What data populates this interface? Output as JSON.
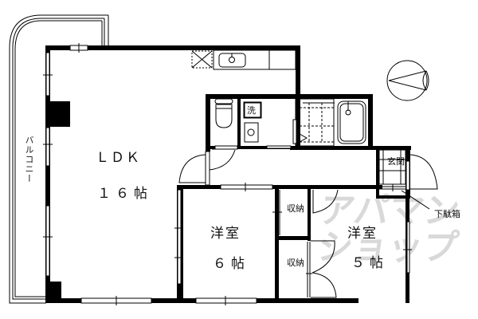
{
  "floor_plan": {
    "rooms": [
      {
        "id": "ldk",
        "name": "ＬＤＫ",
        "size": "１６帖"
      },
      {
        "id": "western1",
        "name": "洋室",
        "size": "６帖"
      },
      {
        "id": "western2",
        "name": "洋室",
        "size": "５帖"
      }
    ],
    "labels": {
      "balcony": "バルコニー",
      "storage1": "収納",
      "storage2": "収納",
      "entrance": "玄関",
      "shoe_cabinet": "下駄箱",
      "washer": "洗"
    },
    "compass": "compass-icon",
    "watermark": {
      "line1": "アパマン",
      "line2": "ショップ"
    },
    "colors": {
      "wall": "#000000",
      "background": "#ffffff",
      "watermark": "#d9d9d9"
    }
  }
}
